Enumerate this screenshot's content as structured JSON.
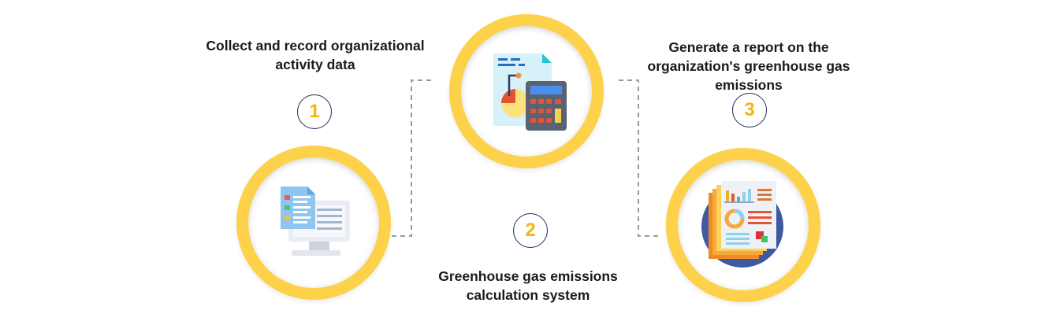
{
  "steps": [
    {
      "number": "1",
      "label": "Collect and record organizational activity data",
      "label_lines": [
        "Collect and record organizational",
        "activity data"
      ],
      "icon": "computer-monitor-icon"
    },
    {
      "number": "2",
      "label": "Greenhouse gas emissions calculation system",
      "label_lines": [
        "Greenhouse gas emissions",
        "calculation system"
      ],
      "icon": "calculator-chart-icon"
    },
    {
      "number": "3",
      "label": "Generate a report on the organization's greenhouse gas emissions",
      "label_lines": [
        "Generate a report on the",
        "organization's greenhouse gas",
        "emissions"
      ],
      "icon": "report-documents-icon"
    }
  ],
  "colors": {
    "ring": "#fed14a",
    "number": "#f3b512",
    "badge_border": "#1f2f5e",
    "connector": "#9a9a9a",
    "text": "#1a1a1a"
  }
}
